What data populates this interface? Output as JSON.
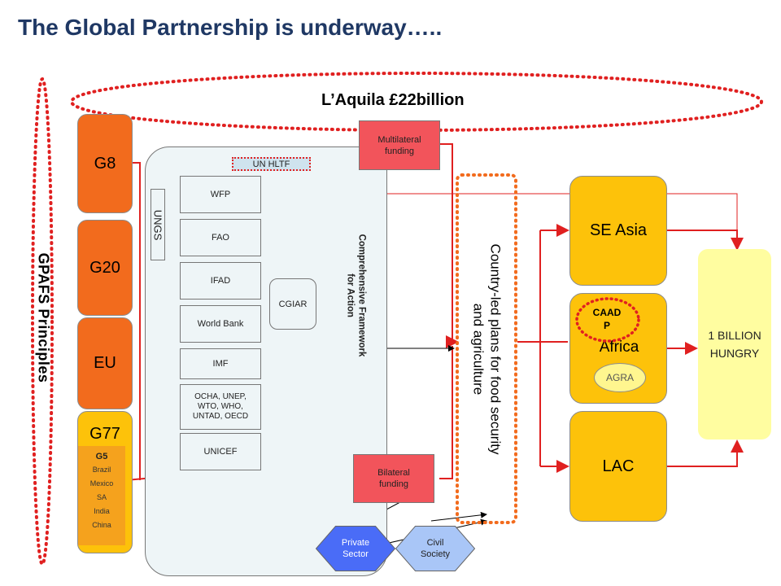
{
  "title": "The Global Partnership is underway…..",
  "laquila": "L’Aquila £22billion",
  "gpafs": "GPAFS Principles",
  "groups": {
    "g8": "G8",
    "g20": "G20",
    "eu": "EU",
    "g77": "G77"
  },
  "g5": {
    "heading": "G5",
    "members": [
      "Brazil",
      "Mexico",
      "SA",
      "India",
      "China"
    ]
  },
  "un": {
    "hltf": "UN HLTF",
    "ungs": "UNGS",
    "agencies": [
      "WFP",
      "FAO",
      "IFAD",
      "World Bank",
      "IMF",
      "OCHA, UNEP, WTO, WHO, UNTAD, OECD",
      "UNICEF"
    ],
    "cgiar": "CGIAR"
  },
  "framework": {
    "line1": "Comprehensive Framework",
    "line2": "for Action"
  },
  "funding": {
    "multilateral": "Multilateral funding",
    "bilateral": "Bilateral funding"
  },
  "country_plans": {
    "line1": "Country-led plans for food security",
    "line2": "and agriculture"
  },
  "regions": {
    "se_asia": "SE Asia",
    "africa": "Africa",
    "lac": "LAC"
  },
  "caadp": {
    "line1": "CAAD",
    "line2": "P"
  },
  "agra": "AGRA",
  "hungry": {
    "line1": "1 BILLION",
    "line2": "HUNGRY"
  },
  "actors": {
    "private": "Private Sector",
    "civil": "Civil Society"
  },
  "colors": {
    "title": "#1f3864",
    "orange": "#f26b1d",
    "gold": "#fdc20a",
    "red_line": "#e02020",
    "funding": "#f2545b",
    "panel": "#eef5f7",
    "private": "#4a6cf7",
    "civil": "#a9c6f7",
    "hungry": "#fffda0"
  }
}
